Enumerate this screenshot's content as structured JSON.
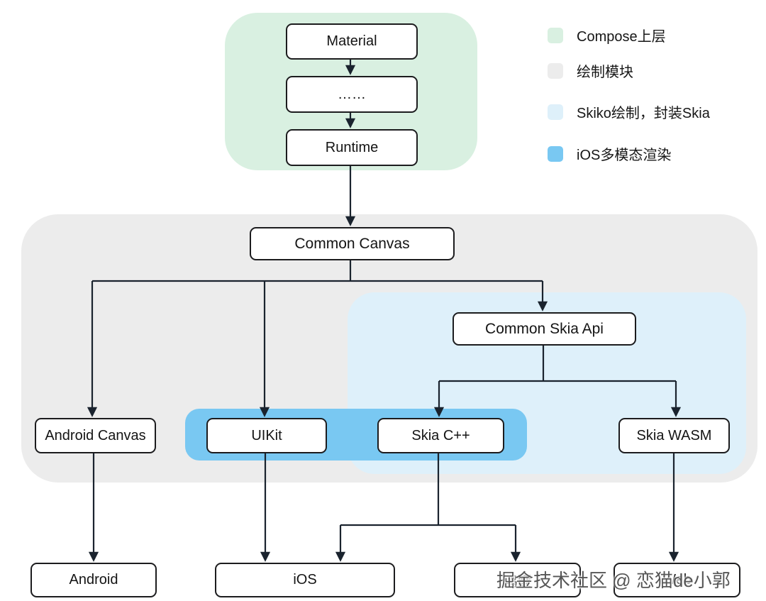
{
  "legend": {
    "items": [
      {
        "label": "Compose上层",
        "color": "#d9f0e1"
      },
      {
        "label": "绘制模块",
        "color": "#ececec"
      },
      {
        "label": "Skiko绘制，封装Skia",
        "color": "#def0fa"
      },
      {
        "label": "iOS多模态渲染",
        "color": "#79c8f2"
      }
    ]
  },
  "nodes": {
    "material": {
      "label": "Material"
    },
    "dots": {
      "label": "……"
    },
    "runtime": {
      "label": "Runtime"
    },
    "common_canvas": {
      "label": "Common Canvas"
    },
    "common_skia_api": {
      "label": "Common Skia Api"
    },
    "android_canvas": {
      "label": "Android Canvas"
    },
    "uikit": {
      "label": "UIKit"
    },
    "skia_cpp": {
      "label": "Skia C++"
    },
    "skia_wasm": {
      "label": "Skia WASM"
    },
    "android": {
      "label": "Android"
    },
    "ios": {
      "label": "iOS"
    },
    "harmony": {
      "label": "鸿蒙"
    },
    "web": {
      "label": "Web"
    }
  },
  "watermark": "掘金技术社区 @ 恋猫de小郭",
  "colors": {
    "compose_region": "#d9f0e1",
    "draw_region": "#ececec",
    "skiko_region": "#def0fa",
    "ios_band": "#79c8f2",
    "line": "#1a232e",
    "background": "#ffffff"
  }
}
